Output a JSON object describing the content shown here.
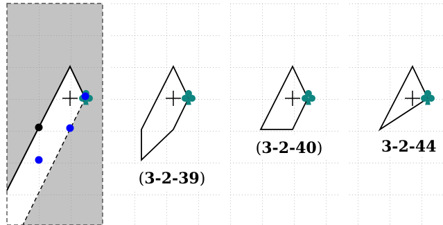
{
  "panels": [
    {
      "label_open": "",
      "label_text": "",
      "label_close": ""
    },
    {
      "label_open": "(",
      "label_text": "3-2-39",
      "label_close": ")"
    },
    {
      "label_open": "(",
      "label_text": "3-2-40",
      "label_close": ")"
    },
    {
      "label_open": "",
      "label_text": "3-2-44",
      "label_close": ""
    }
  ],
  "icons": [
    "club-suit-icon",
    "crosshair-icon",
    "dot-icon"
  ],
  "colors": {
    "shade": "#c3c3c3",
    "grid": "#8a8a8a",
    "club": "#0f8580",
    "blue_dot": "#0000ff",
    "black_dot": "#000000"
  }
}
